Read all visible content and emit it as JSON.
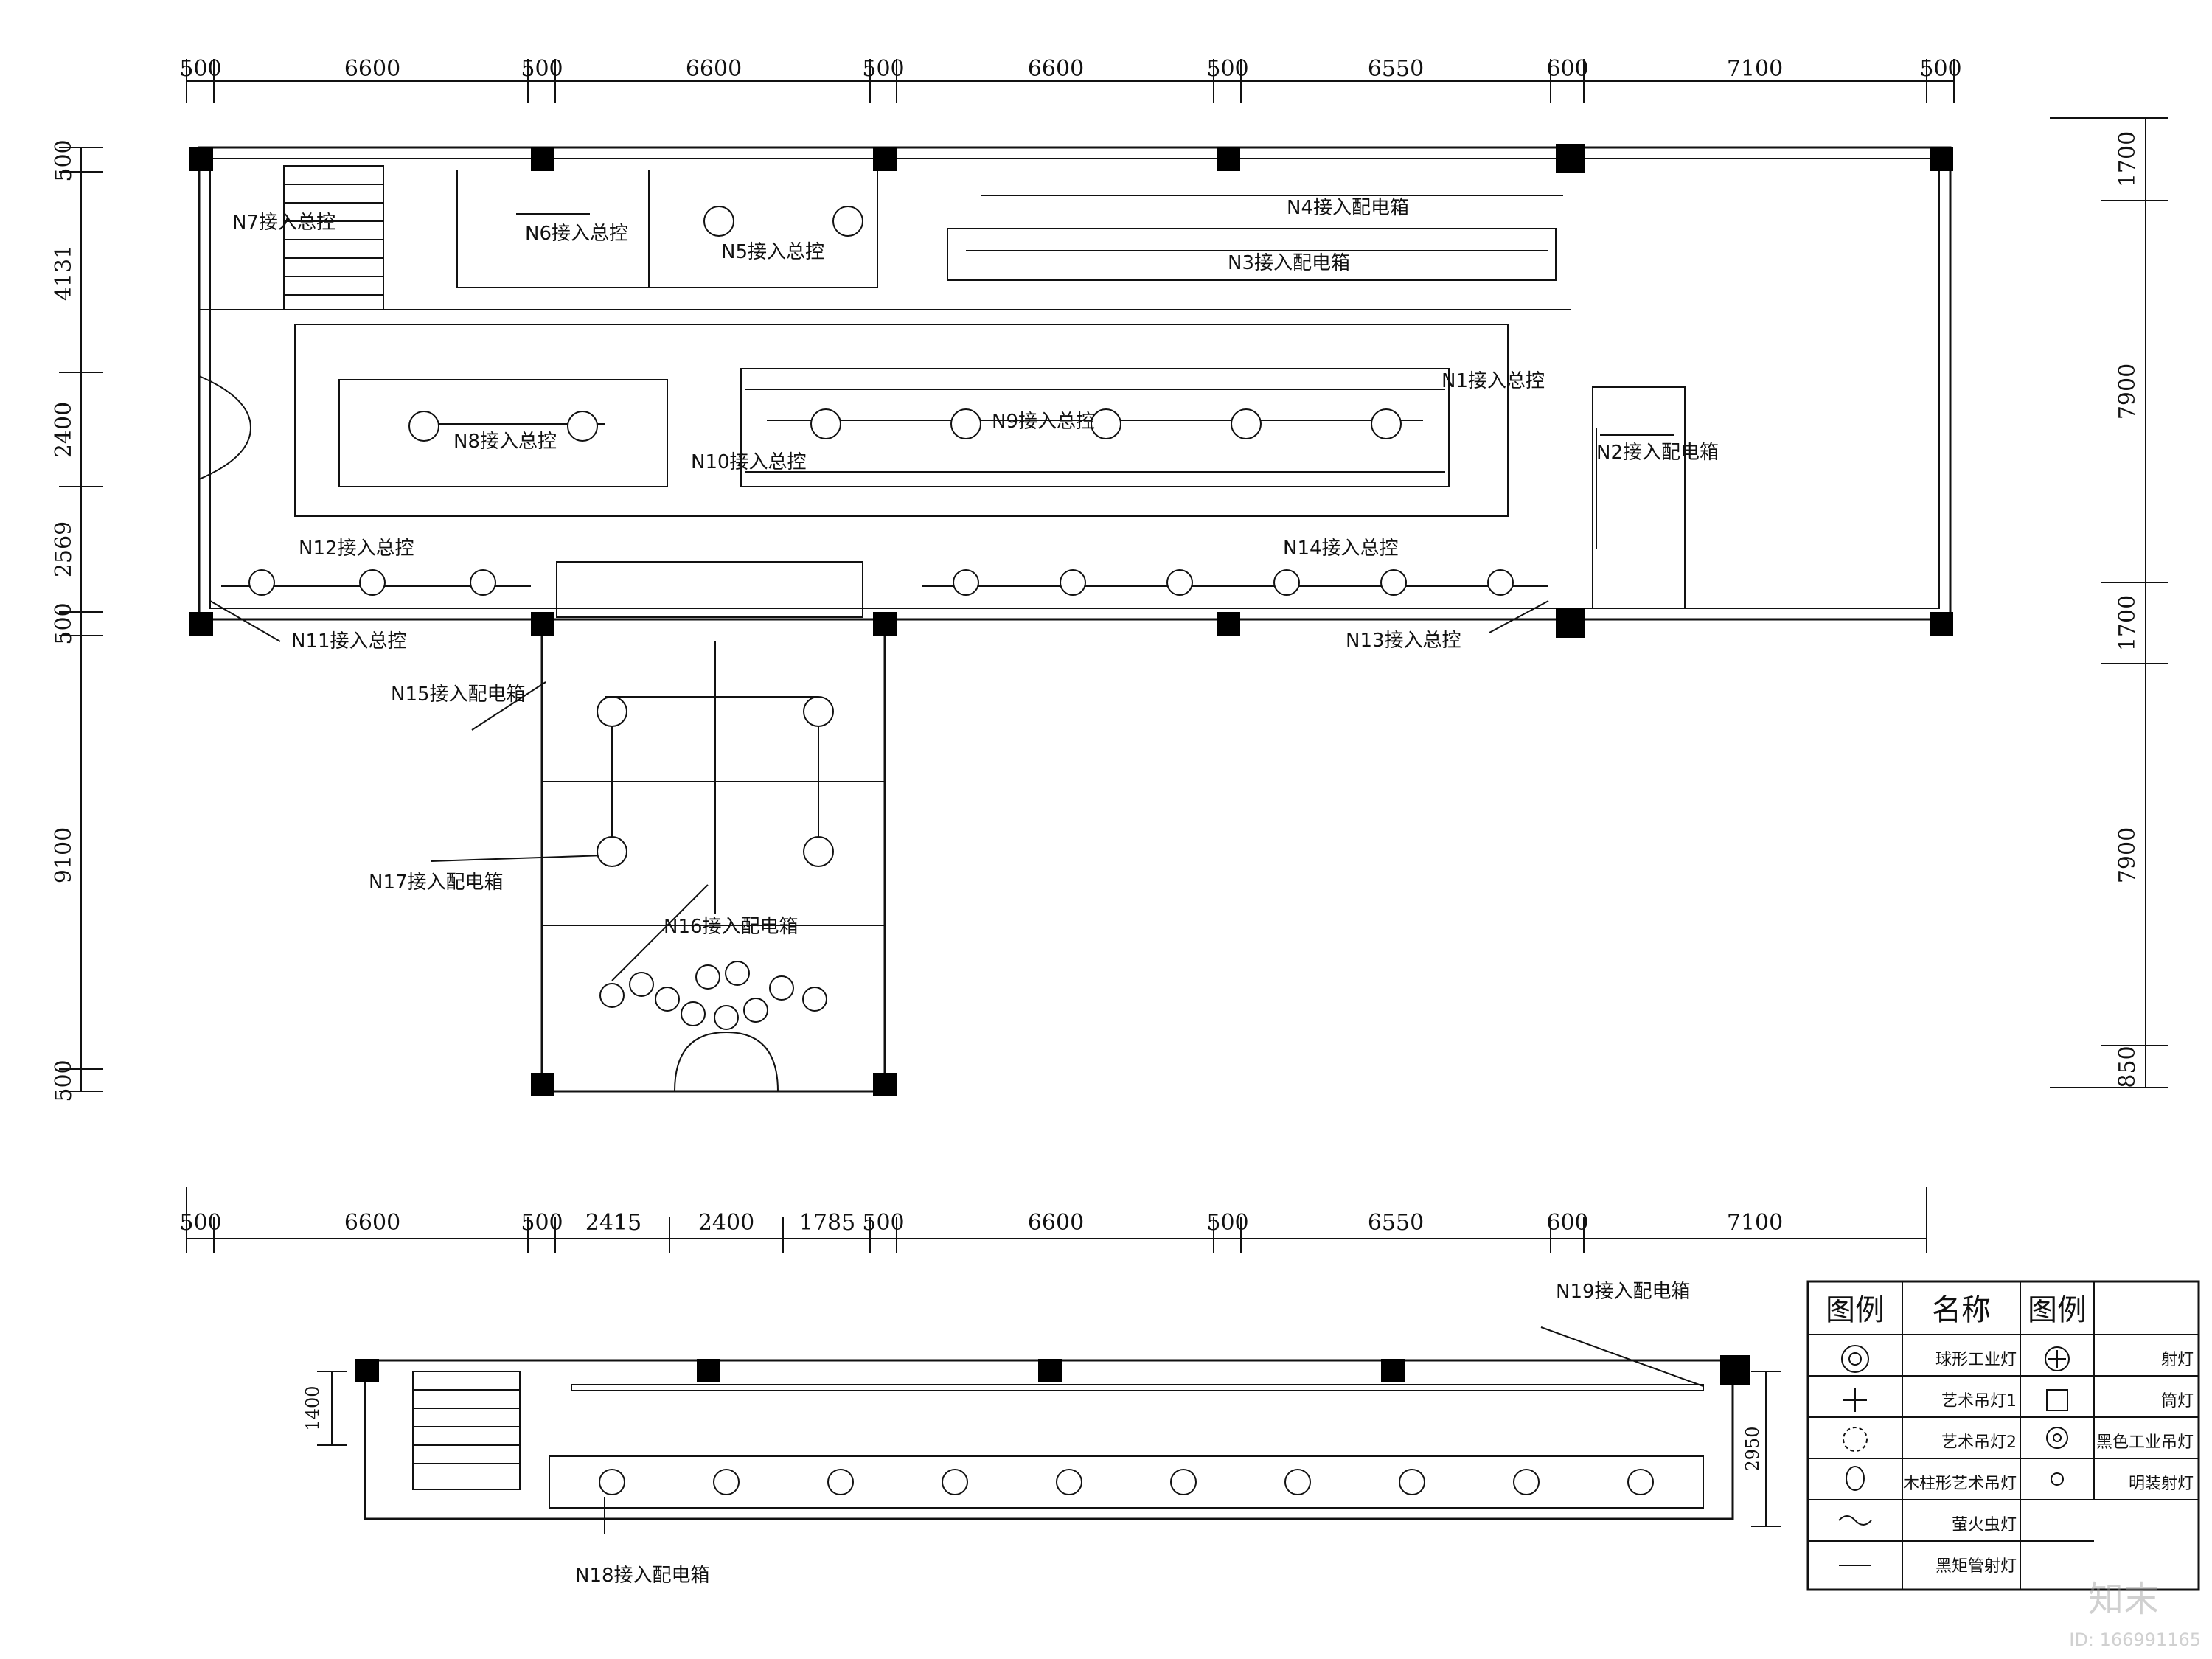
{
  "top_dims": [
    "500",
    "6600",
    "500",
    "6600",
    "500",
    "6600",
    "500",
    "6550",
    "600",
    "7100",
    "500"
  ],
  "bottom_dims": [
    "500",
    "6600",
    "500",
    "2415",
    "2400",
    "1785",
    "500",
    "6600",
    "500",
    "6550",
    "600",
    "7100"
  ],
  "left_dims": [
    "500",
    "4131",
    "2400",
    "2569",
    "500",
    "9100",
    "500"
  ],
  "right_dims": [
    "1700",
    "7900",
    "1700",
    "7900",
    "850"
  ],
  "mezz_dims": {
    "left": "1400",
    "right": "2950"
  },
  "circuits": [
    "N1接入总控",
    "N2接入配电箱",
    "N3接入配电箱",
    "N4接入配电箱",
    "N5接入总控",
    "N6接入总控",
    "N7接入总控",
    "N8接入总控",
    "N9接入总控",
    "N10接入总控",
    "N11接入总控",
    "N12接入总控",
    "N13接入总控",
    "N14接入总控",
    "N15接入配电箱",
    "N16接入配电箱",
    "N17接入配电箱",
    "N18接入配电箱",
    "N19接入配电箱"
  ],
  "legend": {
    "headers": [
      "图例",
      "名称",
      "图例"
    ],
    "rows": [
      {
        "left_icon": "sphere-industrial-lamp",
        "name": "球形工业灯",
        "right_icon": "spotlight",
        "right_name": "射灯"
      },
      {
        "left_icon": "art-pendant-1",
        "name": "艺术吊灯1",
        "right_icon": "downlight",
        "right_name": "筒灯"
      },
      {
        "left_icon": "art-pendant-2",
        "name": "艺术吊灯2",
        "right_icon": "black-industrial-pendant",
        "right_name": "黑色工业吊灯"
      },
      {
        "left_icon": "wood-column-pendant",
        "name": "木柱形艺术吊灯",
        "right_icon": "surface-spotlight",
        "right_name": "明装射灯"
      },
      {
        "left_icon": "firefly-lamp",
        "name": "萤火虫灯",
        "right_icon": "",
        "right_name": ""
      },
      {
        "left_icon": "black-rect-tube-light",
        "name": "黑矩管射灯",
        "right_icon": "",
        "right_name": ""
      }
    ]
  },
  "watermark": {
    "logo": "知末",
    "id": "ID: 166991165"
  }
}
